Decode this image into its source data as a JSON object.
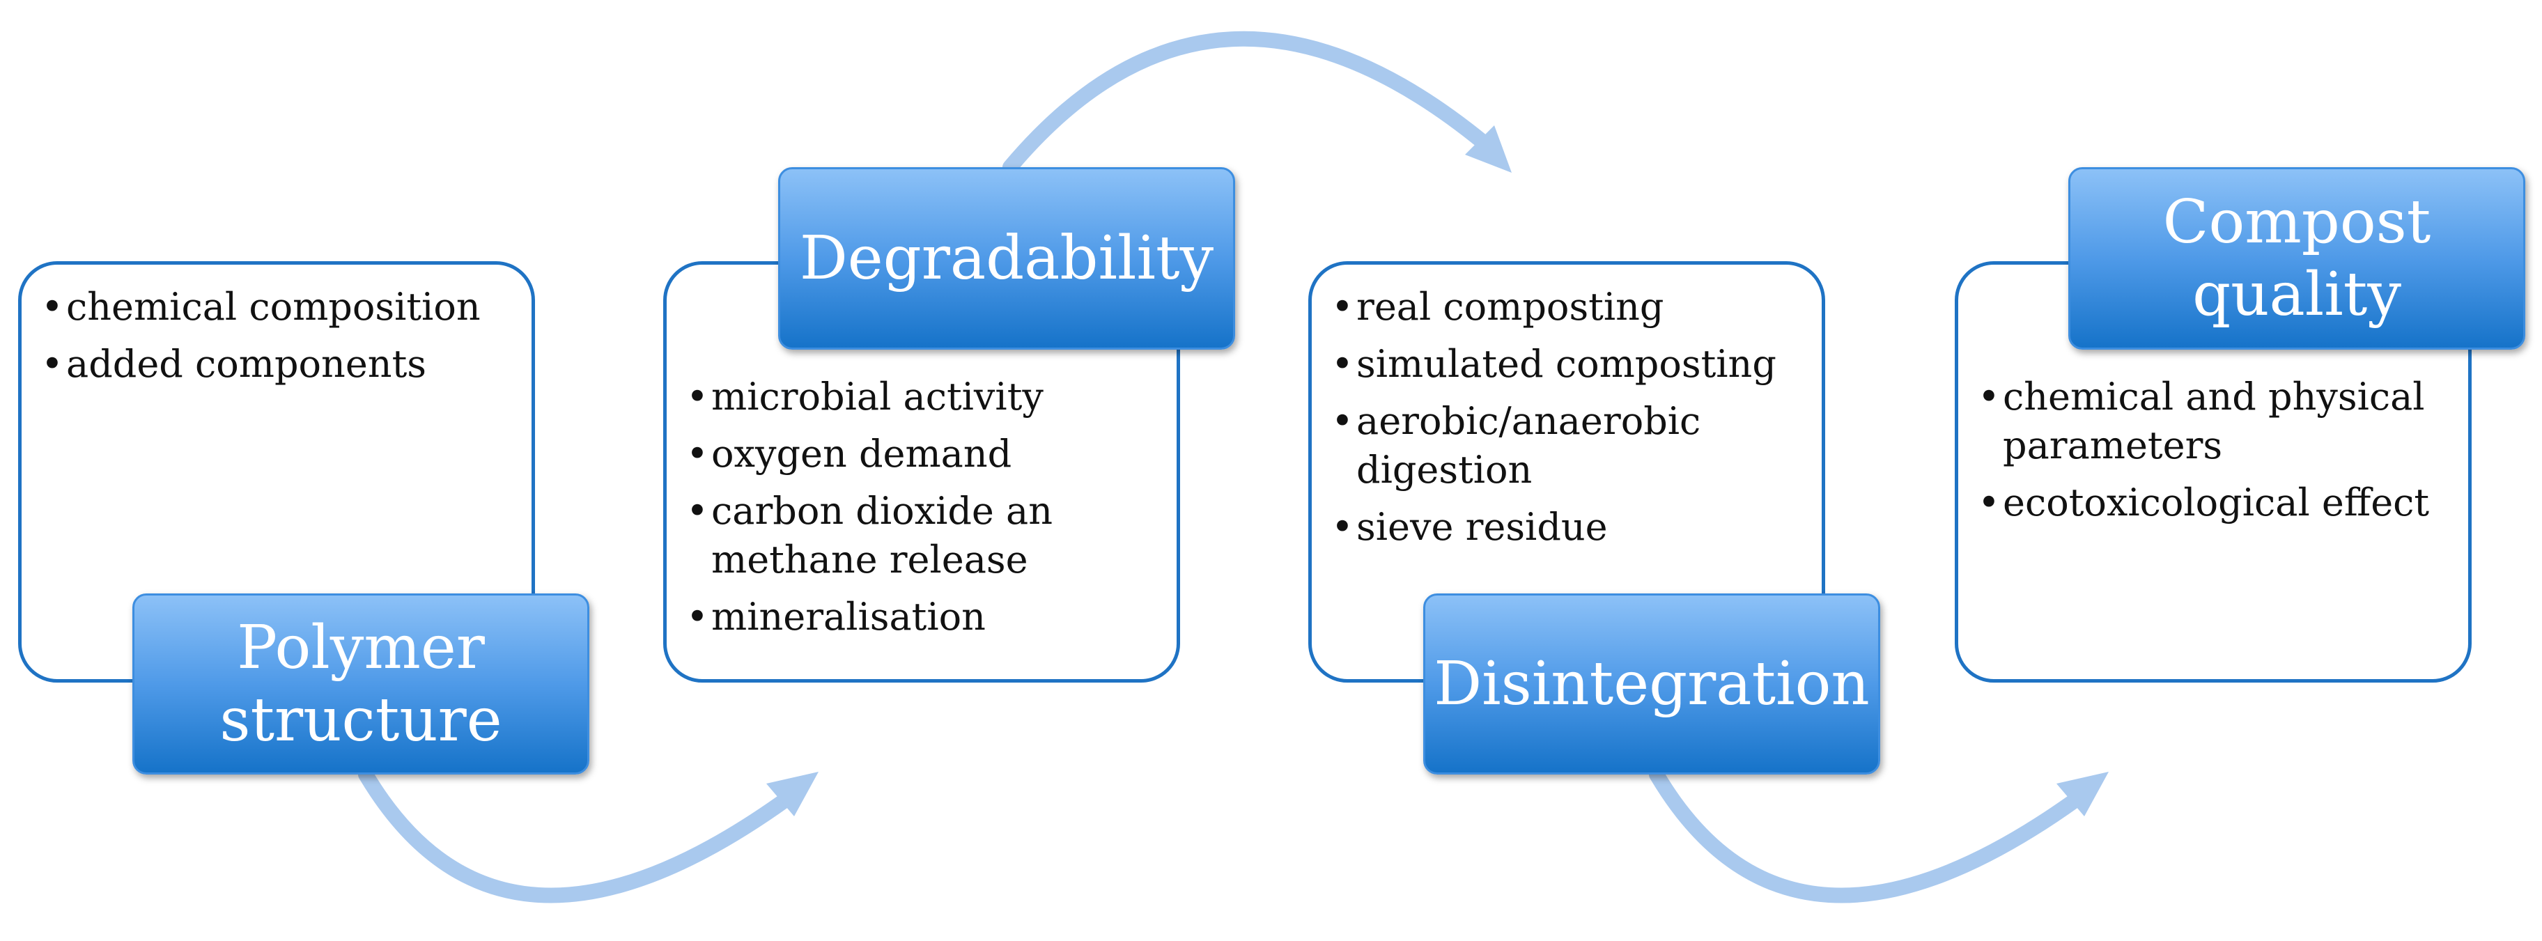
{
  "steps": [
    {
      "title": "Polymer\nstructure",
      "items": [
        "chemical composition",
        "added components"
      ]
    },
    {
      "title": "Degradability",
      "items": [
        "microbial activity",
        "oxygen demand",
        "carbon dioxide an methane release",
        "mineralisation"
      ]
    },
    {
      "title": "Disintegration",
      "items": [
        "real composting",
        "simulated composting",
        "aerobic/anaerobic digestion",
        "sieve residue"
      ]
    },
    {
      "title": "Compost\nquality",
      "items": [
        "chemical and physical parameters",
        "ecotoxicological effect"
      ]
    }
  ],
  "colors": {
    "panel_border": "#1f73c4",
    "header_top": "#8cc1f7",
    "header_bottom": "#1673c9",
    "arrow": "#a9c9ee"
  }
}
